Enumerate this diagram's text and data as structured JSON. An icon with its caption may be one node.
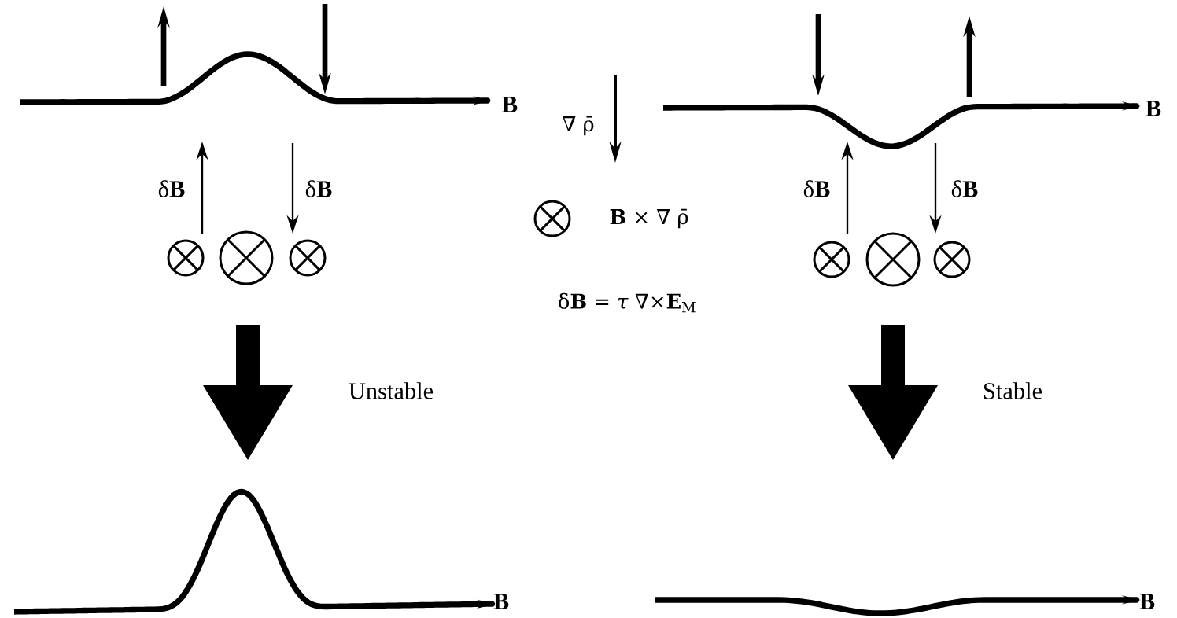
{
  "diagram": {
    "labels": [
      "B",
      "∇ ρ̄",
      "B",
      "δ**B**",
      "δ**B**",
      "δ**B**",
      "δ**B**",
      "**B** × ∇ ρ̄",
      "δ**B** = *τ* ∇×**E**$_{M}$",
      "Unstable",
      "Stable",
      "B",
      "B"
    ]
  }
}
